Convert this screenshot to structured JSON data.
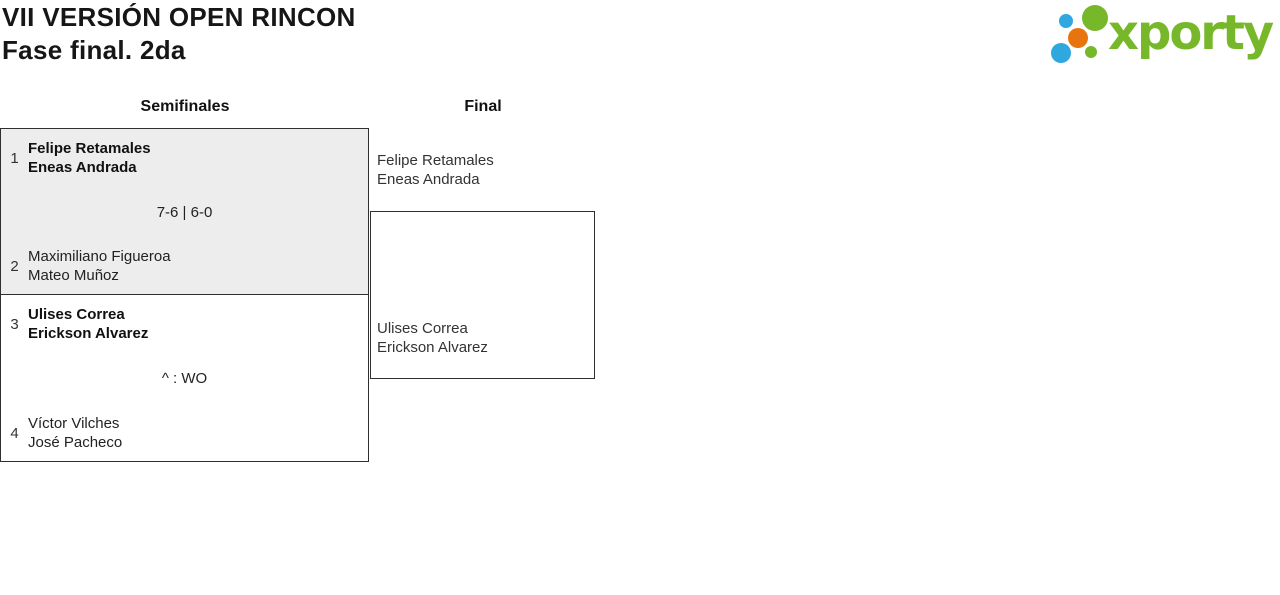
{
  "header": {
    "title_line1": "VII VERSIÓN OPEN RINCON",
    "title_line2": "Fase final. 2da"
  },
  "logo": {
    "text": "xporty",
    "text_color": "#76b82a",
    "dot_colors": {
      "blue": "#2fa8e0",
      "orange": "#e8740e",
      "green": "#76b82a"
    }
  },
  "bracket": {
    "rounds": [
      {
        "label": "Semifinales"
      },
      {
        "label": "Final"
      }
    ],
    "matches": [
      {
        "score": "7-6 | 6-0",
        "teams": [
          {
            "seed": "1",
            "players": [
              "Felipe Retamales",
              "Eneas Andrada"
            ],
            "winner": true
          },
          {
            "seed": "2",
            "players": [
              "Maximiliano Figueroa",
              "Mateo Muñoz"
            ],
            "winner": false
          }
        ]
      },
      {
        "score": "^ : WO",
        "teams": [
          {
            "seed": "3",
            "players": [
              "Ulises Correa",
              "Erickson Alvarez"
            ],
            "winner": true
          },
          {
            "seed": "4",
            "players": [
              "Víctor Vilches",
              "José Pacheco"
            ],
            "winner": false
          }
        ]
      }
    ],
    "final_slots": [
      {
        "players": [
          "Felipe Retamales",
          "Eneas Andrada"
        ]
      },
      {
        "players": [
          "Ulises Correa",
          "Erickson Alvarez"
        ]
      }
    ]
  }
}
